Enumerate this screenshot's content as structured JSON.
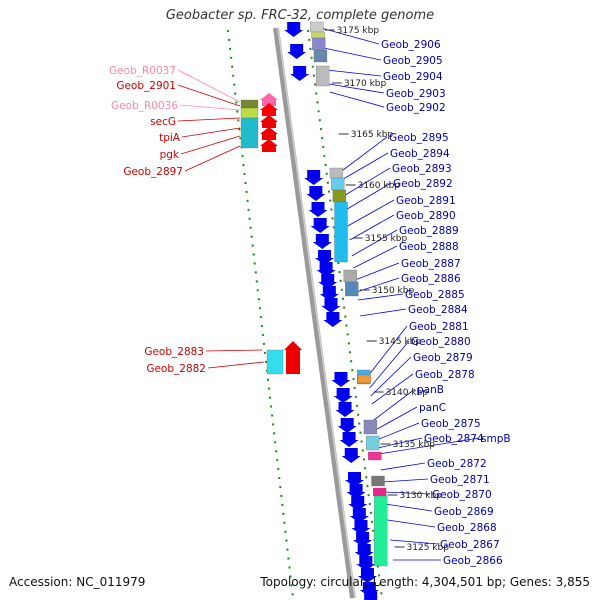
{
  "title": "Geobacter sp. FRC-32, complete genome",
  "footer": {
    "accession": "Accession: NC_011979",
    "summary": "Topology: circular; Length: 4,304,501 bp; Genes: 3,855"
  },
  "colors": {
    "gene_right": "#0000ee",
    "gene_left": "#ee0000",
    "rna_left": "#ff88aa",
    "label_right": "#0000aa",
    "label_left": "#cc0000"
  },
  "kbp_ticks": [
    "3175 kbp",
    "3170 kbp",
    "3165 kbp",
    "3160 kbp",
    "3155 kbp",
    "3150 kbp",
    "3145 kbp",
    "3140 kbp",
    "3135 kbp",
    "3130 kbp",
    "3125 kbp"
  ],
  "right_labels": [
    "Geob_2906",
    "Geob_2905",
    "Geob_2904",
    "Geob_2903",
    "Geob_2902",
    "Geob_2895",
    "Geob_2894",
    "Geob_2893",
    "Geob_2892",
    "Geob_2891",
    "Geob_2890",
    "Geob_2889",
    "Geob_2888",
    "Geob_2887",
    "Geob_2886",
    "Geob_2885",
    "Geob_2884",
    "Geob_2881",
    "Geob_2880",
    "Geob_2879",
    "Geob_2878",
    "panB",
    "panC",
    "Geob_2875",
    "Geob_2874",
    "smpB",
    "Geob_2872",
    "Geob_2871",
    "Geob_2870",
    "Geob_2869",
    "Geob_2868",
    "Geob_2867",
    "Geob_2866"
  ],
  "left_labels": [
    {
      "text": "Geob_R0037",
      "kind": "rna"
    },
    {
      "text": "Geob_2901",
      "kind": "gene"
    },
    {
      "text": "Geob_R0036",
      "kind": "rna"
    },
    {
      "text": "secG",
      "kind": "gene"
    },
    {
      "text": "tpiA",
      "kind": "gene"
    },
    {
      "text": "pgk",
      "kind": "gene"
    },
    {
      "text": "Geob_2897",
      "kind": "gene"
    },
    {
      "text": "Geob_2883",
      "kind": "gene"
    },
    {
      "text": "Geob_2882",
      "kind": "gene"
    }
  ]
}
